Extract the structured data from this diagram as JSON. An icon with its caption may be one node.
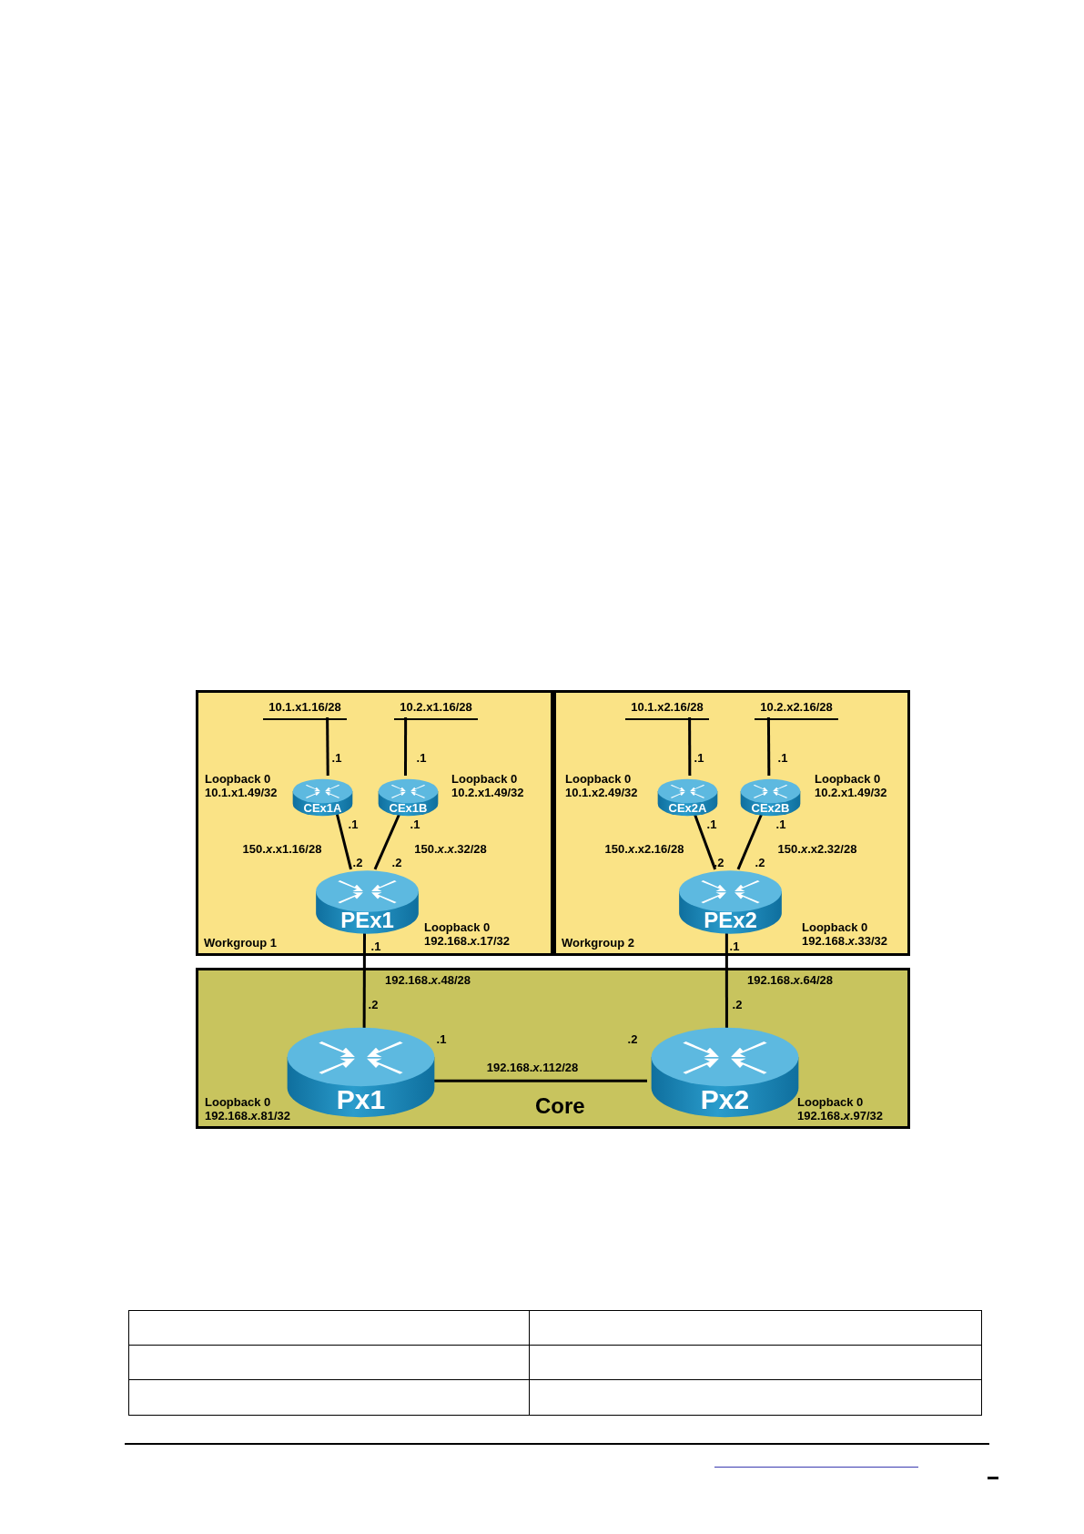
{
  "diagram": {
    "nodes": [
      {
        "text": [
          "Workgroup 1"
        ]
      },
      {
        "text": [
          "Workgroup 2"
        ]
      },
      {
        "text": [
          "Core"
        ]
      },
      {
        "text": [
          "10.1.x1.16/28"
        ],
        "in": 0
      },
      {
        "text": [
          "10.2.x1.16/28"
        ],
        "in": 0
      },
      {
        "text": [
          "CEx1A"
        ],
        "in": 0,
        "beside": [
          "Loopback 0",
          "10.1.x1.49/32"
        ]
      },
      {
        "text": [
          "CEx1B"
        ],
        "in": 0,
        "beside": [
          "Loopback 0",
          "10.2.x1.49/32"
        ]
      },
      {
        "text": [
          "PEx1"
        ],
        "in": 0,
        "beside": [
          "Loopback 0",
          "192.168.*x*.17/32"
        ]
      },
      {
        "text": [
          "10.1.x2.16/28"
        ],
        "in": 1
      },
      {
        "text": [
          "10.2.x2.16/28"
        ],
        "in": 1
      },
      {
        "text": [
          "CEx2A"
        ],
        "in": 1,
        "beside": [
          "Loopback 0",
          "10.1.x2.49/32"
        ]
      },
      {
        "text": [
          "CEx2B"
        ],
        "in": 1,
        "beside": [
          "Loopback 0",
          "10.2.x1.49/32"
        ]
      },
      {
        "text": [
          "PEx2"
        ],
        "in": 1,
        "beside": [
          "Loopback 0",
          "192.168.*x*.33/32"
        ]
      },
      {
        "text": [
          "Px1"
        ],
        "in": 2,
        "beside": [
          "Loopback 0",
          "192.168.*x*.81/32"
        ]
      },
      {
        "text": [
          "Px2"
        ],
        "in": 2,
        "beside": [
          "Loopback 0",
          "192.168.*x*.97/32"
        ]
      }
    ],
    "edges": [
      {
        "from": 3,
        "to": 5,
        "arrow": "none"
      },
      {
        "from": 4,
        "to": 6,
        "arrow": "none"
      },
      {
        "from": 5,
        "to": 7,
        "arrow": "none",
        "label": "150.*x*.x1.16/28"
      },
      {
        "from": 6,
        "to": 7,
        "arrow": "none",
        "label": "150.*x*.*x*.32/28"
      },
      {
        "from": 8,
        "to": 10,
        "arrow": "none"
      },
      {
        "from": 9,
        "to": 11,
        "arrow": "none"
      },
      {
        "from": 10,
        "to": 12,
        "arrow": "none",
        "label": "150.*x*.x2.16/28"
      },
      {
        "from": 11,
        "to": 12,
        "arrow": "none",
        "label": "150.*x*.x2.32/28"
      },
      {
        "from": 7,
        "to": 13,
        "arrow": "none",
        "label": "192.168.*x*.48/28"
      },
      {
        "from": 12,
        "to": 14,
        "arrow": "none",
        "label": "192.168.*x*.64/28"
      },
      {
        "from": 13,
        "to": 14,
        "arrow": "none",
        "label": "192.168.*x*.112/28"
      }
    ],
    "labels": [
      ".1",
      ".1",
      ".1",
      ".1",
      ".1",
      ".1",
      ".1",
      ".1",
      ".2",
      ".2",
      ".2",
      ".2",
      ".1",
      ".1",
      ".2",
      ".2",
      ".1",
      ".2"
    ]
  }
}
